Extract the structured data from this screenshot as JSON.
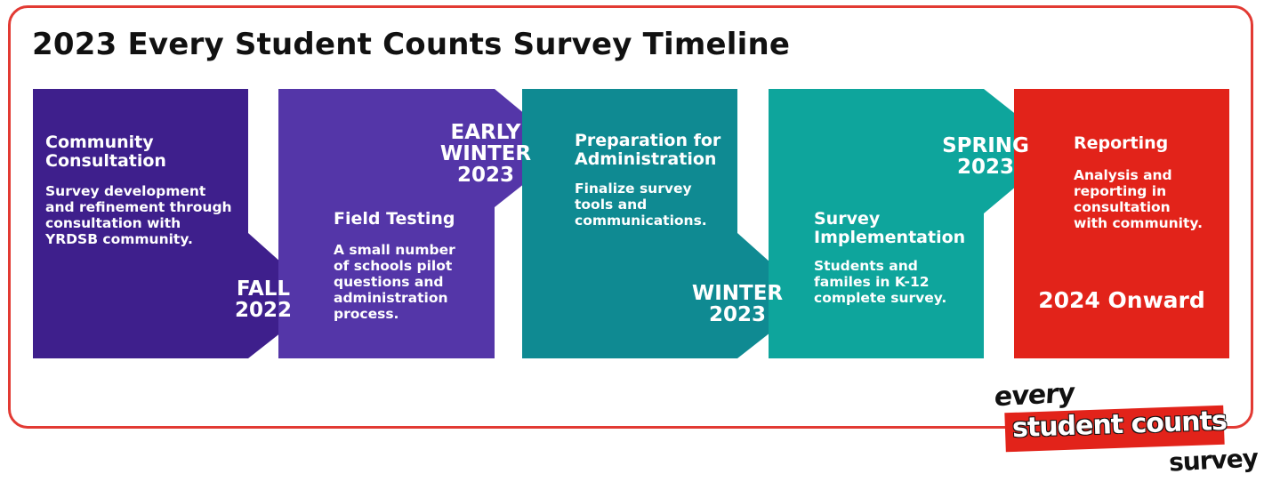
{
  "title": "2023 Every Student Counts Survey Timeline",
  "colors": {
    "border": "#e23a33",
    "stage1": "#3e1f8c",
    "stage2": "#5436a8",
    "stage3": "#0f8a92",
    "stage4": "#0ea59c",
    "stage5": "#e2231a"
  },
  "stages": [
    {
      "title_line1": "Community",
      "title_line2": "Consultation",
      "desc": [
        "Survey development",
        "and refinement through",
        "consultation with",
        "YRDSB community."
      ]
    },
    {
      "title_line1": "Field Testing",
      "desc": [
        "A small number",
        "of schools pilot",
        "questions and",
        "administration",
        "process."
      ]
    },
    {
      "title_line1": "Preparation for",
      "title_line2": "Administration",
      "desc": [
        "Finalize survey",
        "tools and",
        "communications."
      ]
    },
    {
      "title_line1": "Survey",
      "title_line2": "Implementation",
      "desc": [
        "Students and",
        "familes in K-12",
        "complete survey."
      ]
    },
    {
      "title_line1": "Reporting",
      "desc": [
        "Analysis and",
        "reporting in",
        "consultation",
        "with community."
      ],
      "footer": "2024 Onward"
    }
  ],
  "dates": [
    {
      "line1": "FALL",
      "line2": "2022"
    },
    {
      "line1": "EARLY",
      "line2": "WINTER",
      "line3": "2023"
    },
    {
      "line1": "WINTER",
      "line2": "2023"
    },
    {
      "line1": "SPRING",
      "line2": "2023"
    }
  ],
  "logo": {
    "word1": "every",
    "word2": "student counts",
    "word3": "survey"
  }
}
